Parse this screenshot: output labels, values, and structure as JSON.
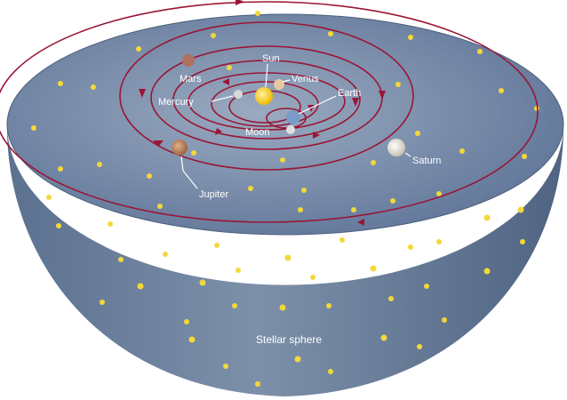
{
  "diagram": {
    "labels": {
      "mars": "Mars",
      "sun": "Sun",
      "venus": "Venus",
      "mercury": "Mercury",
      "earth": "Earth",
      "moon": "Moon",
      "saturn": "Saturn",
      "jupiter": "Jupiter",
      "stellar_sphere": "Stellar sphere"
    },
    "colors": {
      "sphere_dark": "#556a86",
      "sphere_light": "#8ea0b8",
      "orbit": "#9a1535",
      "stars": "#f3d83a",
      "sun": "#f7c400",
      "earth": "#7a9ac8",
      "mars": "#b07060",
      "jupiter": "#b07850",
      "saturn": "#e8e4dc"
    }
  }
}
